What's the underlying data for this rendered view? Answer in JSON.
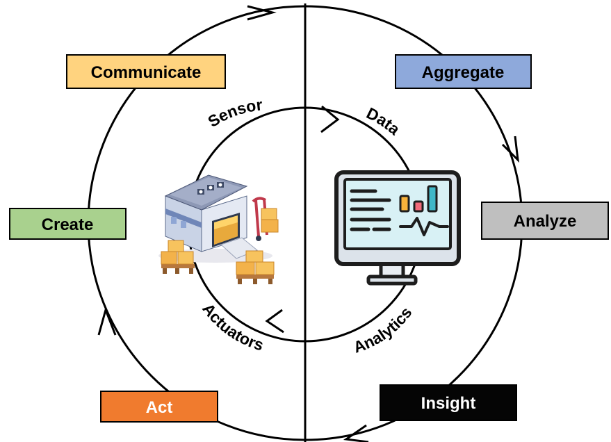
{
  "outer_cycle": {
    "communicate": {
      "label": "Communicate",
      "fill": "#FFD37F",
      "text_color": "#000000"
    },
    "aggregate": {
      "label": "Aggregate",
      "fill": "#8EA9DB",
      "text_color": "#000000"
    },
    "analyze": {
      "label": "Analyze",
      "fill": "#BFBFBF",
      "text_color": "#000000"
    },
    "insight": {
      "label": "Insight",
      "fill": "#050505",
      "text_color": "#FFFFFF"
    },
    "act": {
      "label": "Act",
      "fill": "#F07B2E",
      "text_color": "#FFFFFF"
    },
    "create": {
      "label": "Create",
      "fill": "#A9D18E",
      "text_color": "#000000"
    }
  },
  "inner_cycle": {
    "sensor": "Sensor",
    "data": "Data",
    "analytics": "Analytics",
    "actuators": "Actuators"
  },
  "icons": {
    "left": "warehouse-icon",
    "right": "analytics-monitor-icon"
  }
}
